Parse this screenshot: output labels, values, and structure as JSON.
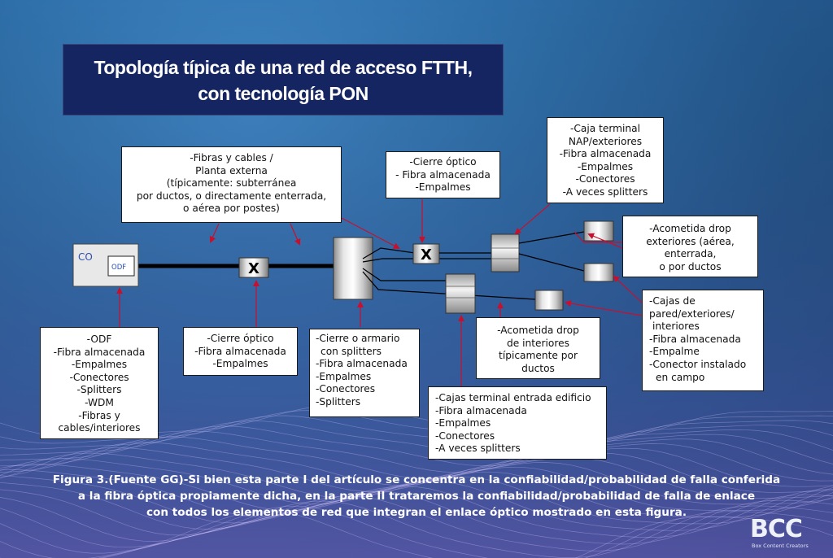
{
  "title": {
    "line1": "Topología típica de una red de acceso FTTH,",
    "line2": "con tecnología PON"
  },
  "nodes": {
    "co": "CO",
    "odf": "ODF",
    "splice_closure_symbol": "X",
    "cabinet_splice_symbol": "X"
  },
  "labels": {
    "fibras_cables": [
      "-Fibras y cables /",
      "Planta externa",
      "(típicamente: subterránea",
      "por ductos, o directamente enterrada,",
      "o aérea por postes)"
    ],
    "cierre_optico_top": [
      "-Cierre óptico",
      "- Fibra almacenada",
      "-Empalmes"
    ],
    "caja_terminal_nap": [
      "-Caja terminal",
      "NAP/exteriores",
      "-Fibra almacenada",
      "-Empalmes",
      "-Conectores",
      "-A veces splitters"
    ],
    "acometida_exteriores": [
      "-Acometida drop",
      "exteriores (aérea,",
      "enterrada,",
      "o por ductos"
    ],
    "cajas_pared": [
      "-Cajas de",
      "pared/exteriores/",
      "interiores",
      "-Fibra almacenada",
      "-Empalme",
      "-Conector instalado",
      "en campo"
    ],
    "odf_box": [
      "-ODF",
      "-Fibra almacenada",
      "-Empalmes",
      "-Conectores",
      "-Splitters",
      "-WDM",
      "-Fibras y",
      "cables/interiores"
    ],
    "cierre_optico_bottom": [
      "-Cierre óptico",
      "-Fibra almacenada",
      "-Empalmes"
    ],
    "cierre_armario": [
      "-Cierre o armario",
      "con splitters",
      "-Fibra almacenada",
      "-Empalmes",
      "-Conectores",
      "-Splitters"
    ],
    "acometida_interiores": [
      "-Acometida drop",
      "de interiores",
      "típicamente por",
      "ductos"
    ],
    "cajas_terminal_edificio": [
      "-Cajas terminal entrada edificio",
      "-Fibra almacenada",
      "-Empalmes",
      "-Conectores",
      "-A veces splitters"
    ]
  },
  "caption": {
    "line1": "Figura 3.(Fuente GG)-Si bien esta parte I del artículo se concentra en la confiabilidad/probabilidad de falla conferida",
    "line2": "a la fibra óptica propiamente dicha, en la parte II trataremos la confiabilidad/probabilidad de falla de enlace",
    "line3": "con todos los elementos de red que integran el enlace óptico mostrado en esta figura."
  },
  "logo": {
    "mark": "BCC",
    "tagline": "Box Content Creators"
  },
  "colors": {
    "background": "#2e6ea8",
    "title_box": "#152561",
    "arrow": "#c8102e",
    "line": "#000000"
  }
}
